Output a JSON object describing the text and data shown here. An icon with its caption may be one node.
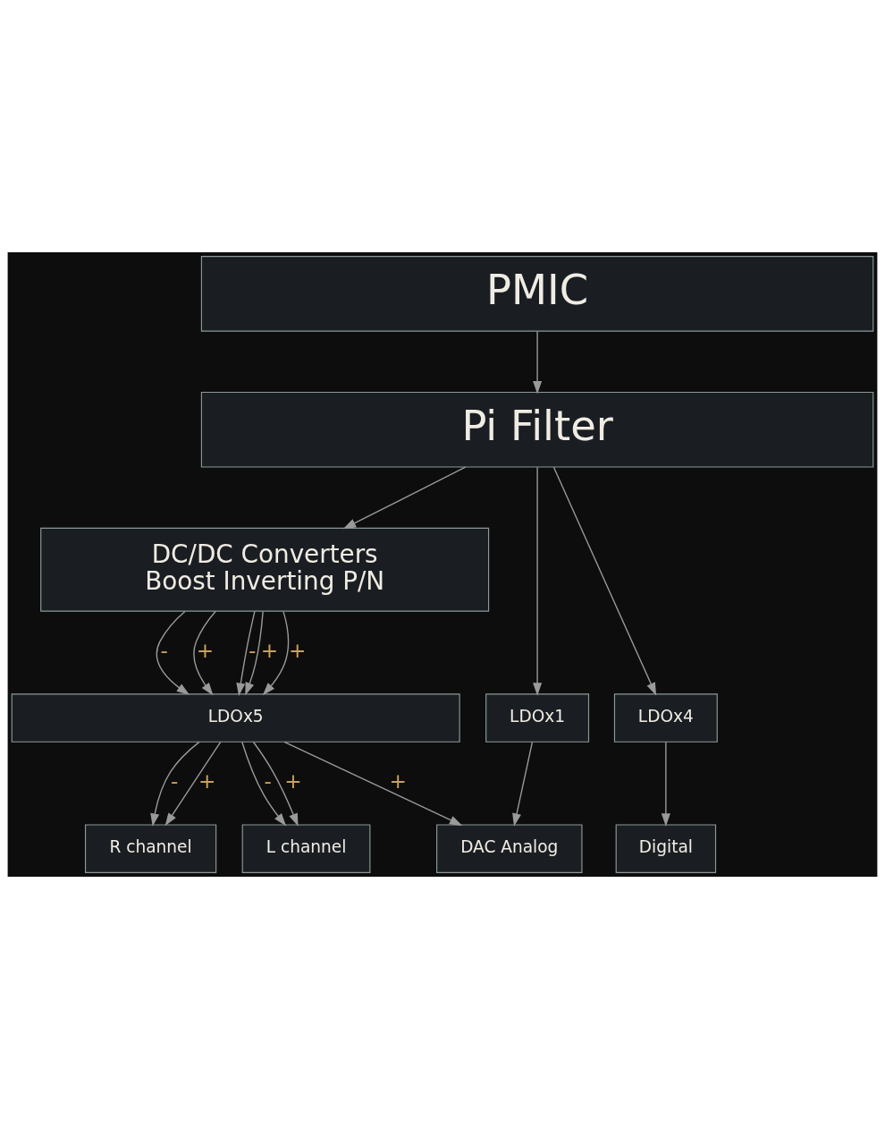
{
  "diagram": {
    "nodes": [
      {
        "text": [
          "PMIC"
        ]
      },
      {
        "text": [
          "Pi Filter"
        ]
      },
      {
        "text": [
          "DC/DC Converters",
          "Boost Inverting P/N"
        ]
      },
      {
        "text": [
          "LDOx5"
        ]
      },
      {
        "text": [
          "LDOx1"
        ]
      },
      {
        "text": [
          "LDOx4"
        ]
      },
      {
        "text": [
          "R channel"
        ]
      },
      {
        "text": [
          "L channel"
        ]
      },
      {
        "text": [
          "DAC Analog"
        ]
      },
      {
        "text": [
          "Digital"
        ]
      }
    ],
    "edges": [
      {
        "from": 0,
        "to": 1,
        "arrow": "to"
      },
      {
        "from": 1,
        "to": 2,
        "arrow": "to"
      },
      {
        "from": 1,
        "to": 4,
        "arrow": "to"
      },
      {
        "from": 1,
        "to": 5,
        "arrow": "to"
      },
      {
        "from": 2,
        "to": 3,
        "arrow": "to",
        "label": "-"
      },
      {
        "from": 2,
        "to": 3,
        "arrow": "to",
        "label": "+"
      },
      {
        "from": 2,
        "to": 3,
        "arrow": "to",
        "label": "-"
      },
      {
        "from": 2,
        "to": 3,
        "arrow": "to",
        "label": "+"
      },
      {
        "from": 2,
        "to": 3,
        "arrow": "to",
        "label": "+"
      },
      {
        "from": 3,
        "to": 6,
        "arrow": "to",
        "label": "-"
      },
      {
        "from": 3,
        "to": 6,
        "arrow": "to",
        "label": "+"
      },
      {
        "from": 3,
        "to": 7,
        "arrow": "to",
        "label": "-"
      },
      {
        "from": 3,
        "to": 7,
        "arrow": "to",
        "label": "+"
      },
      {
        "from": 3,
        "to": 8,
        "arrow": "to",
        "label": "+"
      },
      {
        "from": 4,
        "to": 8,
        "arrow": "to"
      },
      {
        "from": 5,
        "to": 9,
        "arrow": "to"
      }
    ]
  }
}
